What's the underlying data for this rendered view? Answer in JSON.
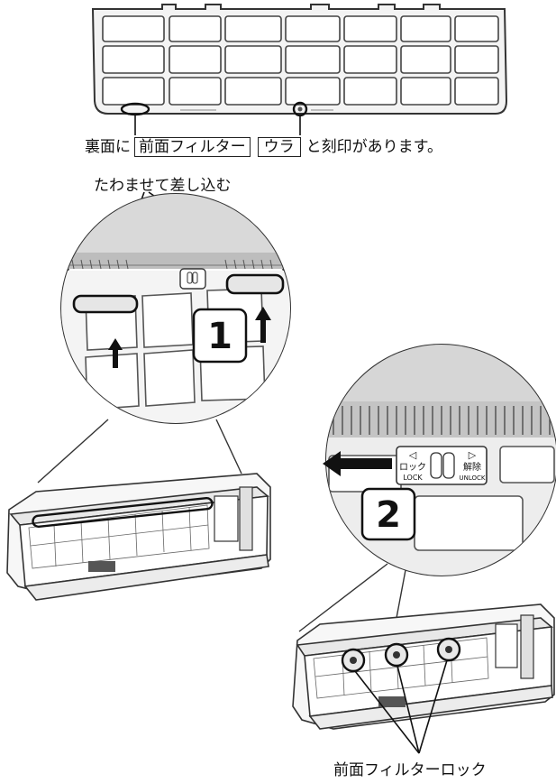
{
  "filter_caption": {
    "prefix": "裏面に",
    "stamp_1": "前面フィルター",
    "stamp_2": "ウラ",
    "suffix": "と刻印があります。"
  },
  "insert_label": "たわませて差し込む",
  "step_1": "1",
  "step_2": "2",
  "lock_switch": {
    "lock_jp": "ロック",
    "lock_en": "LOCK",
    "unlock_jp": "解除",
    "unlock_en": "UNLOCK"
  },
  "front_filter_lock_label": "前面フィルターロック"
}
